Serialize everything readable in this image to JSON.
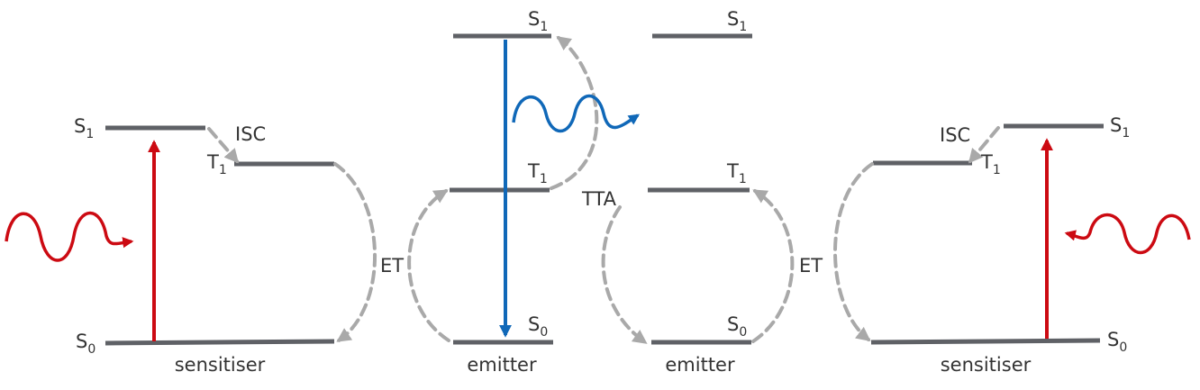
{
  "colors": {
    "level": "#5f6166",
    "dashed": "#a9a9a9",
    "excitation": "#cc0a12",
    "emission": "#1068b8",
    "text": "#333333"
  },
  "labels": {
    "S": "S",
    "T": "T",
    "sub0": "0",
    "sub1": "1",
    "isc": "ISC",
    "et": "ET",
    "tta": "TTA"
  },
  "captions": {
    "sensitiser_left": "sensitiser",
    "emitter_left": "emitter",
    "emitter_right": "emitter",
    "sensitiser_right": "sensitiser"
  }
}
